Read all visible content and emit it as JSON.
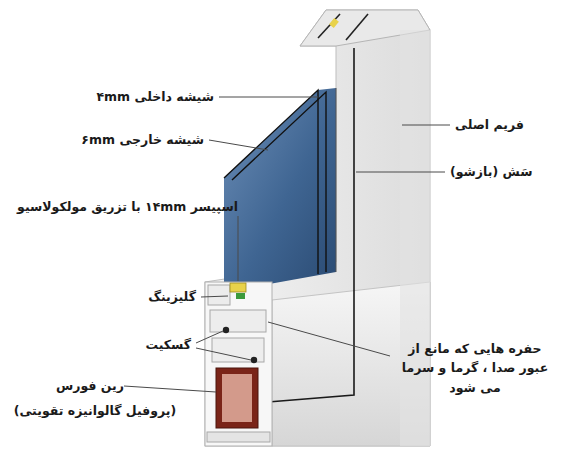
{
  "diagram": {
    "labels": [
      "شیشه داخلی ۴mm",
      "شیشه خارجی ۶mm",
      "اسپیسر ۱۴mm با تزریق مولکولاسیو",
      "گلیزینگ",
      "گسکیت",
      "رین فورس",
      "(پروفیل گالوانیزه تقویتی)",
      "فریم اصلی",
      "سَش (بازشو)",
      "حفره هایی که مانع از عبور صدا ، گرما و سرما می شود"
    ]
  }
}
